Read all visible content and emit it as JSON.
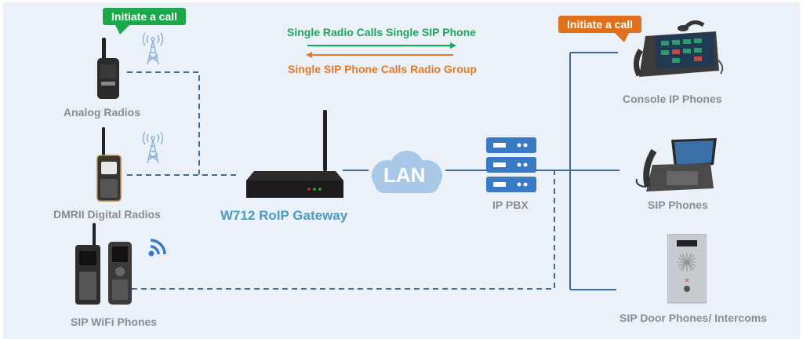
{
  "diagram": {
    "title": "W712 RoIP Gateway",
    "colors": {
      "background": "#eaf1f9",
      "link_solid": "#3f6a9a",
      "link_dashed": "#4a6a8c",
      "accent_green": "#1aa84a",
      "accent_orange": "#e0701c",
      "gateway_label": "#4a9ac4",
      "server_blue": "#3a7ac4",
      "cloud_blue": "#a9c7e6"
    },
    "callouts": {
      "left": "Initiate a call",
      "right": "Initiate a call"
    },
    "flows": {
      "radio_to_sip": "Single Radio Calls Single SIP Phone",
      "sip_to_radio": "Single SIP Phone Calls Radio Group"
    },
    "left_devices": [
      {
        "label": "Analog Radios",
        "icon": "analog-radio-icon",
        "signal": "radio-tower-icon"
      },
      {
        "label": "DMRII Digital Radios",
        "icon": "dmr-radio-icon",
        "signal": "radio-tower-icon"
      },
      {
        "label": "SIP WiFi Phones",
        "icon": "wifi-phone-icon",
        "signal": "wifi-icon"
      }
    ],
    "center": {
      "gateway_label": "W712 RoIP Gateway",
      "network_label": "LAN",
      "pbx_label": "IP PBX"
    },
    "right_devices": [
      {
        "label": "Console IP Phones",
        "icon": "console-phone-icon"
      },
      {
        "label": "SIP Phones",
        "icon": "sip-phone-icon"
      },
      {
        "label": "SIP Door Phones/ Intercoms",
        "icon": "door-phone-icon"
      }
    ]
  }
}
